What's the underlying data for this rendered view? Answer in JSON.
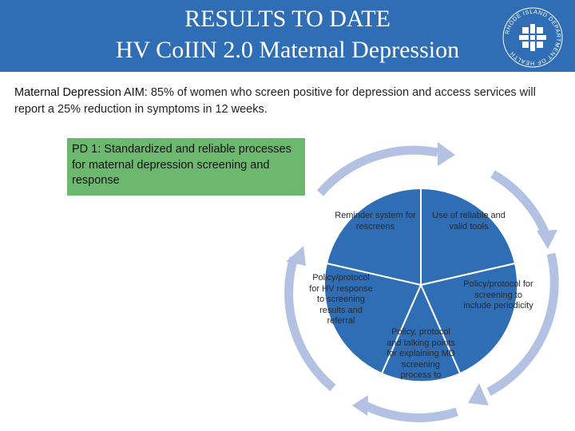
{
  "header": {
    "title_line1": "RESULTS TO DATE",
    "title_line2": "HV CoIIN 2.0 Maternal Depression",
    "logo_icon": "rhode-island-department-of-health-seal-icon",
    "logo_text": "RHODE ISLAND DEPARTMENT OF HEALTH"
  },
  "aim": {
    "label": "Maternal Depression AIM:",
    "text": " 85% of women who screen positive for depression and access services will report a 25% reduction in symptoms in 12 weeks."
  },
  "pd": {
    "label": "PD 1:",
    "text": " Standardized and reliable processes for maternal depression screening and response"
  },
  "cycle": {
    "segments": [
      "Reminder system for rescreens",
      "Use of reliable and valid tools",
      "Policy/protocol for screening to include periodicity",
      "Policy, protocol and talking points for explaining MD screening process to",
      "Policy/protocol for HV response to screening results and referral"
    ]
  },
  "colors": {
    "header": "#2f6db5",
    "pd_box": "#6cb86f",
    "pie": "#2f6db5",
    "ring": "#b3c1e3"
  }
}
